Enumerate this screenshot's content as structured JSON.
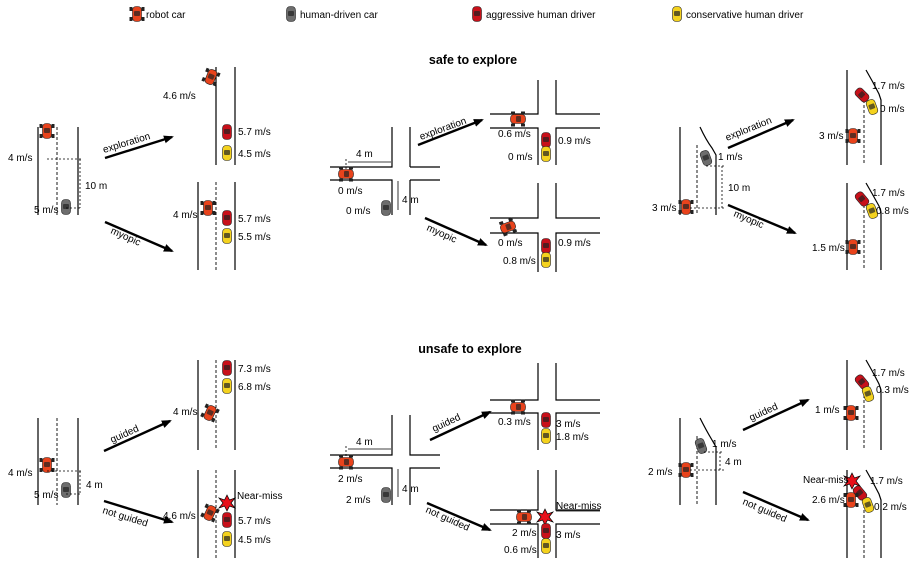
{
  "legend": {
    "robot": "robot car",
    "human": "human-driven car",
    "aggressive": "aggressive human driver",
    "conservative": "conservative human driver"
  },
  "colors": {
    "robot": "#e8431c",
    "human": "#6d6d6d",
    "aggressive": "#c8101a",
    "conservative": "#f4d21e"
  },
  "sections": {
    "safe": "safe to explore",
    "unsafe": "unsafe to explore"
  },
  "labels": {
    "exploration": "exploration",
    "myopic": "myopic",
    "guided": "guided",
    "not_guided": "not guided",
    "near_miss": "Near-miss"
  },
  "safe": {
    "lane": {
      "init_robot": "4 m/s",
      "init_human": "5 m/s",
      "gap": "10 m",
      "exp_robot": "4.6 m/s",
      "exp_aggr": "5.7 m/s",
      "exp_cons": "4.5 m/s",
      "myo_robot": "4 m/s",
      "myo_aggr": "5.7 m/s",
      "myo_cons": "5.5 m/s"
    },
    "inter": {
      "dist_h": "4 m",
      "dist_v": "4 m",
      "init_robot": "0 m/s",
      "init_human": "0 m/s",
      "exp_robot": "0.6 m/s",
      "exp_aggr": "0.9 m/s",
      "exp_cons": "0 m/s",
      "myo_robot": "0 m/s",
      "myo_aggr": "0.9 m/s",
      "myo_cons": "0.8 m/s"
    },
    "merge": {
      "init_human": "1 m/s",
      "gap": "10 m",
      "init_robot": "3 m/s",
      "exp_aggr": "1.7 m/s",
      "exp_cons": "0 m/s",
      "exp_robot": "3 m/s",
      "myo_aggr": "1.7 m/s",
      "myo_cons": "0.8 m/s",
      "myo_robot": "1.5 m/s"
    }
  },
  "unsafe": {
    "lane": {
      "init_robot": "4 m/s",
      "init_human": "5 m/s",
      "gap": "4 m",
      "g_aggr": "7.3 m/s",
      "g_cons": "6.8 m/s",
      "g_robot": "4 m/s",
      "ng_robot": "4.6 m/s",
      "ng_aggr": "5.7 m/s",
      "ng_cons": "4.5 m/s"
    },
    "inter": {
      "dist_h": "4 m",
      "dist_v": "4 m",
      "init_robot": "2 m/s",
      "init_human": "2 m/s",
      "g_robot": "0.3 m/s",
      "g_aggr": "3 m/s",
      "g_cons": "1.8 m/s",
      "ng_robot": "2 m/s",
      "ng_aggr": "3 m/s",
      "ng_cons": "0.6 m/s"
    },
    "merge": {
      "init_human": "1 m/s",
      "gap": "4 m",
      "init_robot": "2 m/s",
      "g_aggr": "1.7 m/s",
      "g_cons": "0.3 m/s",
      "g_robot": "1 m/s",
      "ng_robot": "2.6 m/s",
      "ng_aggr": "1.7 m/s",
      "ng_cons": "0.2 m/s"
    }
  }
}
